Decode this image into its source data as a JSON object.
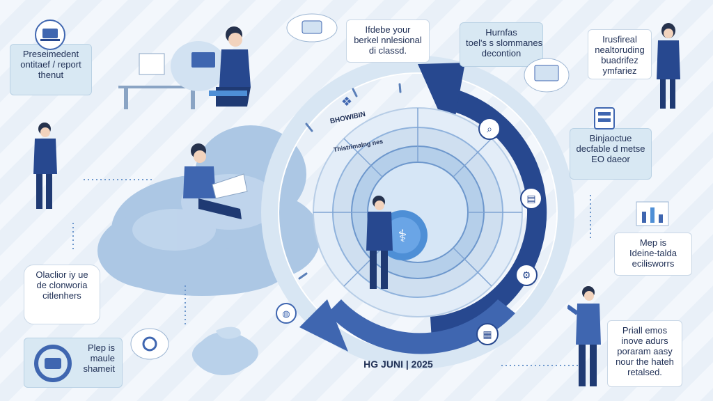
{
  "callouts": {
    "top_left": [
      "Preseimedent",
      "ontitaef / report",
      "thenut"
    ],
    "top_center": [
      "Ifdebe your",
      "berkel nnlesional",
      "di classd."
    ],
    "top_right_center": [
      "Hurnfas",
      "toel's s slommanes",
      "decontion"
    ],
    "top_right": [
      "Irusfireal",
      "nealtoruding",
      "buadrifez",
      "ymfariez"
    ],
    "mid_right": [
      "Binjaoctue",
      "decfable d metse",
      "EO daeor"
    ],
    "right_middle": [
      "Mep is",
      "Ideine-talda",
      "ecilisworrs"
    ],
    "left_bottom": [
      "Olaclior iy ue",
      "de clonworia",
      "citlenhers"
    ],
    "bottom_left": [
      "Plep is",
      "maule",
      "shameit"
    ],
    "bottom_right": [
      "Priall emos",
      "inove adurs",
      "poraram aasy",
      "nour the hateh",
      "retalsed."
    ]
  },
  "ring": {
    "top_label": "BHOWIBIN",
    "upper_label": "Thistrimalng nes",
    "bottom_label": "HG JUNI | 2025"
  },
  "colors": {
    "arrow_dark": "#27488f",
    "arrow_mid": "#3f66b0",
    "ring_light": "#cfdff0",
    "ring_mid": "#8fb2dc",
    "cloud": "#a9c5e3",
    "center_disc": "#4e8fd6"
  },
  "icons": [
    "binoculars-icon",
    "document-icon",
    "gear-icon",
    "grid-icon",
    "cloud-icon",
    "globe-icon",
    "lightbulb-icon"
  ]
}
